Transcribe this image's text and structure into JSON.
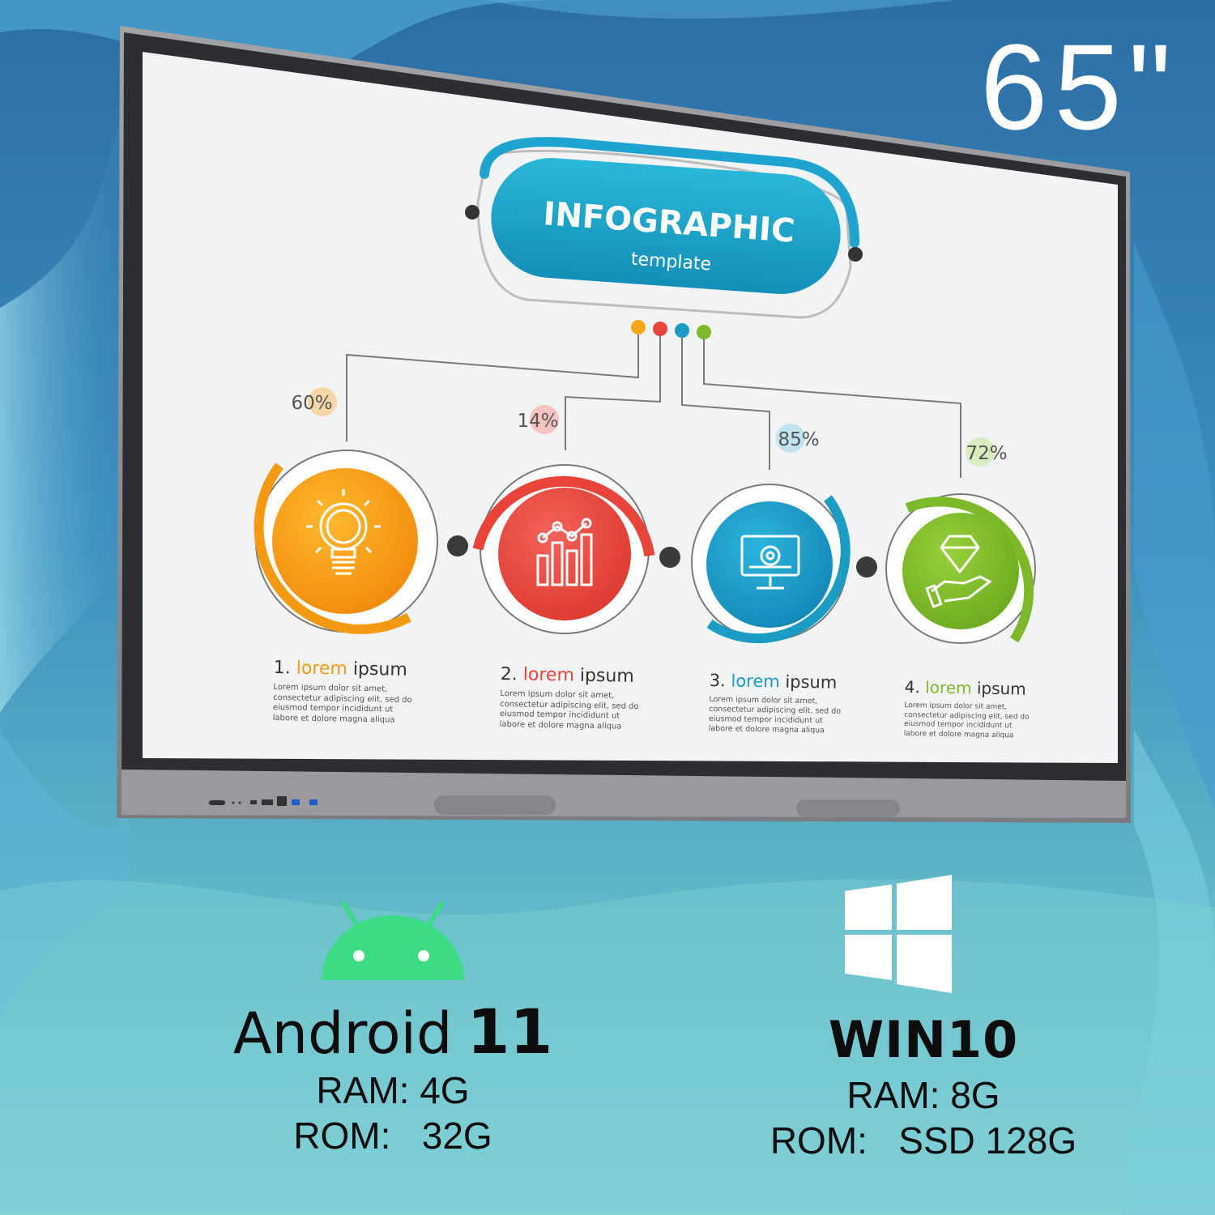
{
  "size_label": "65\"",
  "screen": {
    "title": "INFOGRAPHIC",
    "subtitle": "template",
    "items": [
      {
        "percent": "60%",
        "number": "1.",
        "word1": "lorem",
        "word2": "ipsum",
        "color": "#f39a12",
        "icon": "lightbulb-icon",
        "body": [
          "Lorem ipsum dolor sit amet,",
          "consectetur adipiscing elit, sed do",
          "eiusmod tempor incididunt ut",
          "labore et dolore magna aliqua"
        ]
      },
      {
        "percent": "14%",
        "number": "2.",
        "word1": "lorem",
        "word2": "ipsum",
        "color": "#e8443a",
        "icon": "bar-chart-icon",
        "body": [
          "Lorem ipsum dolor sit amet,",
          "consectetur adipiscing elit, sed do",
          "eiusmod tempor incididunt ut",
          "labore et dolore magna aliqua"
        ]
      },
      {
        "percent": "85%",
        "number": "3.",
        "word1": "lorem",
        "word2": "ipsum",
        "color": "#1a9cc4",
        "icon": "monitor-gear-icon",
        "body": [
          "Lorem ipsum dolor sit amet,",
          "consectetur adipiscing elit, sed do",
          "eiusmod tempor incididunt ut",
          "labore et dolore magna aliqua"
        ]
      },
      {
        "percent": "72%",
        "number": "4.",
        "word1": "lorem",
        "word2": "ipsum",
        "color": "#7cb82a",
        "icon": "diamond-hand-icon",
        "body": [
          "Lorem ipsum dolor sit amet,",
          "consectetur adipiscing elit, sed do",
          "eiusmod tempor incididunt ut",
          "labore et dolore magna aliqua"
        ]
      }
    ]
  },
  "android": {
    "icon": "android-icon",
    "name": "Android",
    "version": "11",
    "ram": "RAM: 4G",
    "rom": "ROM:   32G"
  },
  "windows": {
    "icon": "windows-logo-icon",
    "name": "WIN10",
    "ram": "RAM: 8G",
    "rom": "ROM:   SSD 128G"
  },
  "colors": {
    "bg_top": "#2a6fa8",
    "bg_bottom": "#7fcfd3",
    "android_green": "#3ddc84",
    "bezel": "#8d8d90"
  }
}
